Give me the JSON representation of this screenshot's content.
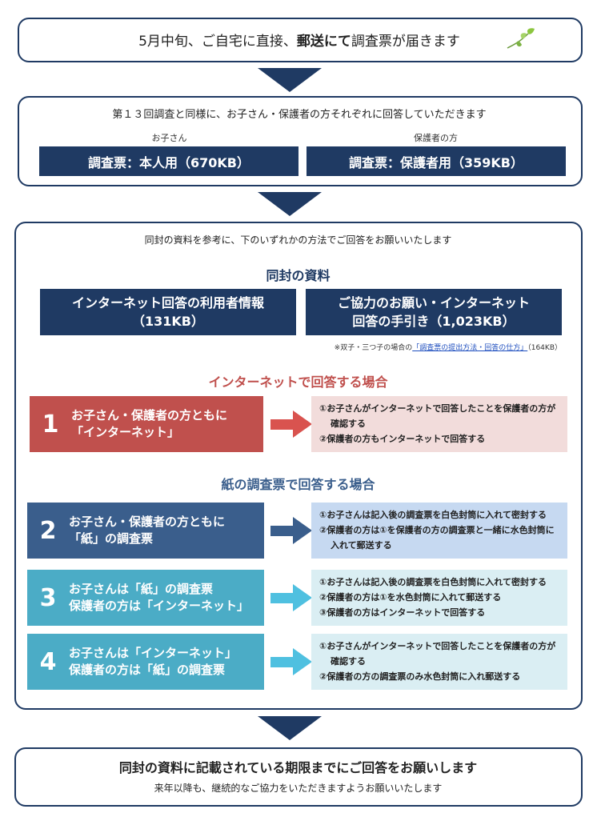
{
  "top": {
    "text_pre": "5月中旬、ご自宅に直接、",
    "text_bold": "郵送にて",
    "text_post": "調査票が届きます",
    "icon": "leaf-icon"
  },
  "survey": {
    "intro": "第１３回調査と同様に、お子さん・保護者の方それぞれに回答していただきます",
    "child_label": "お子さん",
    "parent_label": "保護者の方",
    "child_button": "調査票：本人用（670KB）",
    "parent_button": "調査票：保護者用（359KB）"
  },
  "methods": {
    "intro": "同封の資料を参考に、下のいずれかの方法でご回答をお願いいたします",
    "enclosed_title": "同封の資料",
    "doc1_line1": "インターネット回答の利用者情報",
    "doc1_line2": "（131KB）",
    "doc2_line1": "ご協力のお願い・インターネット",
    "doc2_line2": "回答の手引き（1,023KB）",
    "note_pre": "※双子・三つ子の場合の",
    "note_link": "「調査票の提出方法・回答の仕方」",
    "note_post": "（164KB）",
    "internet_heading": "インターネットで回答する場合",
    "paper_heading": "紙の調査票で回答する場合",
    "steps": [
      {
        "num": "1",
        "line1": "お子さん・保護者の方ともに",
        "line2": "「インターネット」",
        "desc": [
          "①お子さんがインターネットで回答したことを保護者の方が",
          "確認する",
          "②保護者の方もインターネットで回答する"
        ]
      },
      {
        "num": "2",
        "line1": "お子さん・保護者の方ともに",
        "line2": "「紙」の調査票",
        "desc": [
          "①お子さんは記入後の調査票を白色封筒に入れて密封する",
          "②保護者の方は①を保護者の方の調査票と一緒に水色封筒に",
          "入れて郵送する"
        ]
      },
      {
        "num": "3",
        "line1": "お子さんは「紙」の調査票",
        "line2": "保護者の方は「インターネット」",
        "desc": [
          "①お子さんは記入後の調査票を白色封筒に入れて密封する",
          "②保護者の方は①を水色封筒に入れて郵送する",
          "③保護者の方はインターネットで回答する"
        ]
      },
      {
        "num": "4",
        "line1": "お子さんは「インターネット」",
        "line2": "保護者の方は「紙」の調査票",
        "desc": [
          "①お子さんがインターネットで回答したことを保護者の方が",
          "確認する",
          "②保護者の方の調査票のみ水色封筒に入れ郵送する"
        ]
      }
    ]
  },
  "footer": {
    "title": "同封の資料に記載されている期限までにご回答をお願いします",
    "subtitle": "来年以降も、継続的なご協力をいただきますようお願いいたします"
  },
  "colors": {
    "navy": "#1f3a63",
    "red": "#c0504d",
    "red_light": "#f2dcdb",
    "blue": "#3a5e8c",
    "blue_light": "#c6d9f1",
    "cyan": "#4bacc6",
    "cyan_light": "#daeef3",
    "link": "#1f4fbf"
  }
}
